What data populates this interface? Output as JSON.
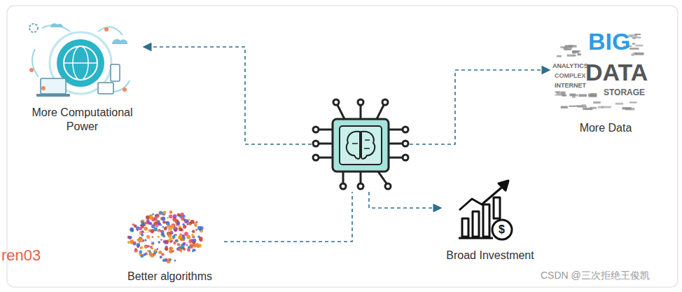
{
  "diagram": {
    "nodes": [
      {
        "text": [
          "More Computational Power"
        ]
      },
      {
        "text": [
          "More Data"
        ]
      },
      {
        "text": []
      },
      {
        "text": [
          "Better algorithms"
        ]
      },
      {
        "text": [
          "Broad Investment"
        ]
      }
    ],
    "edges": [
      {
        "from": 2,
        "to": 0,
        "arrow": "to"
      },
      {
        "from": 2,
        "to": 1,
        "arrow": "to"
      },
      {
        "from": 3,
        "to": 2,
        "arrow": "none"
      },
      {
        "from": 2,
        "to": 4,
        "arrow": "to"
      }
    ],
    "labels": [
      "ren03",
      "BIG",
      "DATA",
      "ANALYTICS",
      "COMPLEX",
      "INTERNET",
      "STORAGE",
      "$",
      "CSDN @三次拒绝王俊凯"
    ]
  }
}
